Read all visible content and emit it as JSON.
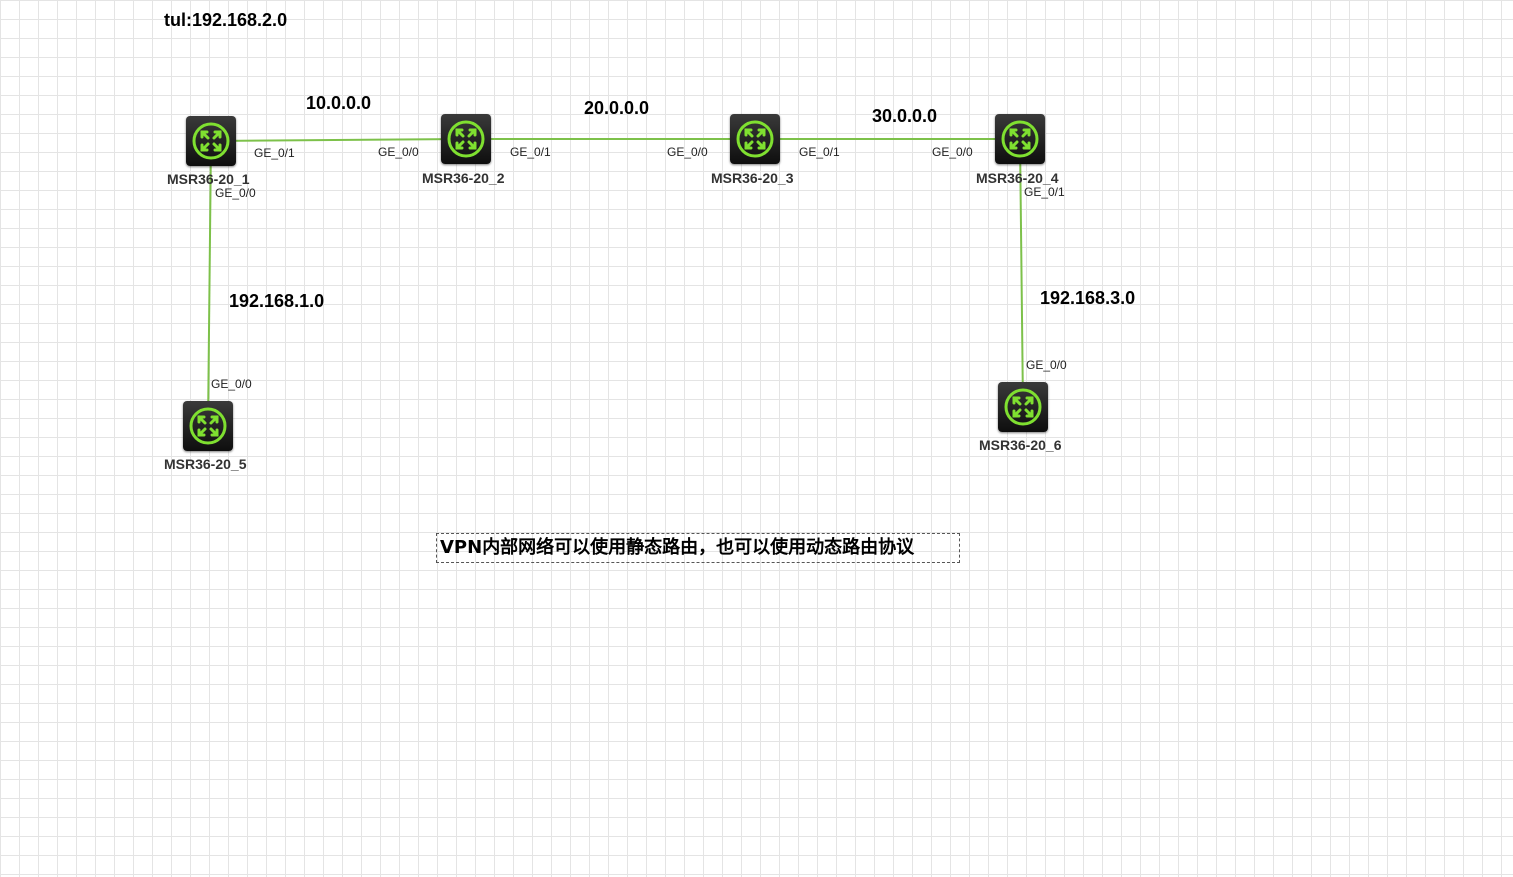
{
  "title": "tul:192.168.2.0",
  "colors": {
    "link": "#7dc14a",
    "router_icon": "#7fe030",
    "router_body": "#1a1a1a"
  },
  "networks": {
    "n1": "10.0.0.0",
    "n2": "20.0.0.0",
    "n3": "30.0.0.0",
    "n4": "192.168.1.0",
    "n5": "192.168.3.0"
  },
  "devices": {
    "r1": {
      "name": "MSR36-20_1",
      "icon": "router-icon"
    },
    "r2": {
      "name": "MSR36-20_2",
      "icon": "router-icon"
    },
    "r3": {
      "name": "MSR36-20_3",
      "icon": "router-icon"
    },
    "r4": {
      "name": "MSR36-20_4",
      "icon": "router-icon"
    },
    "r5": {
      "name": "MSR36-20_5",
      "icon": "router-icon"
    },
    "r6": {
      "name": "MSR36-20_6",
      "icon": "router-icon"
    }
  },
  "ports": {
    "r1_ge01": "GE_0/1",
    "r1_ge00": "GE_0/0",
    "r2_ge00": "GE_0/0",
    "r2_ge01": "GE_0/1",
    "r3_ge00": "GE_0/0",
    "r3_ge01": "GE_0/1",
    "r4_ge00": "GE_0/0",
    "r4_ge01": "GE_0/1",
    "r5_ge00": "GE_0/0",
    "r6_ge00": "GE_0/0"
  },
  "note": {
    "prefix": "VPN",
    "text": "内部网络可以使用静态路由，也可以使用动态路由协议"
  }
}
